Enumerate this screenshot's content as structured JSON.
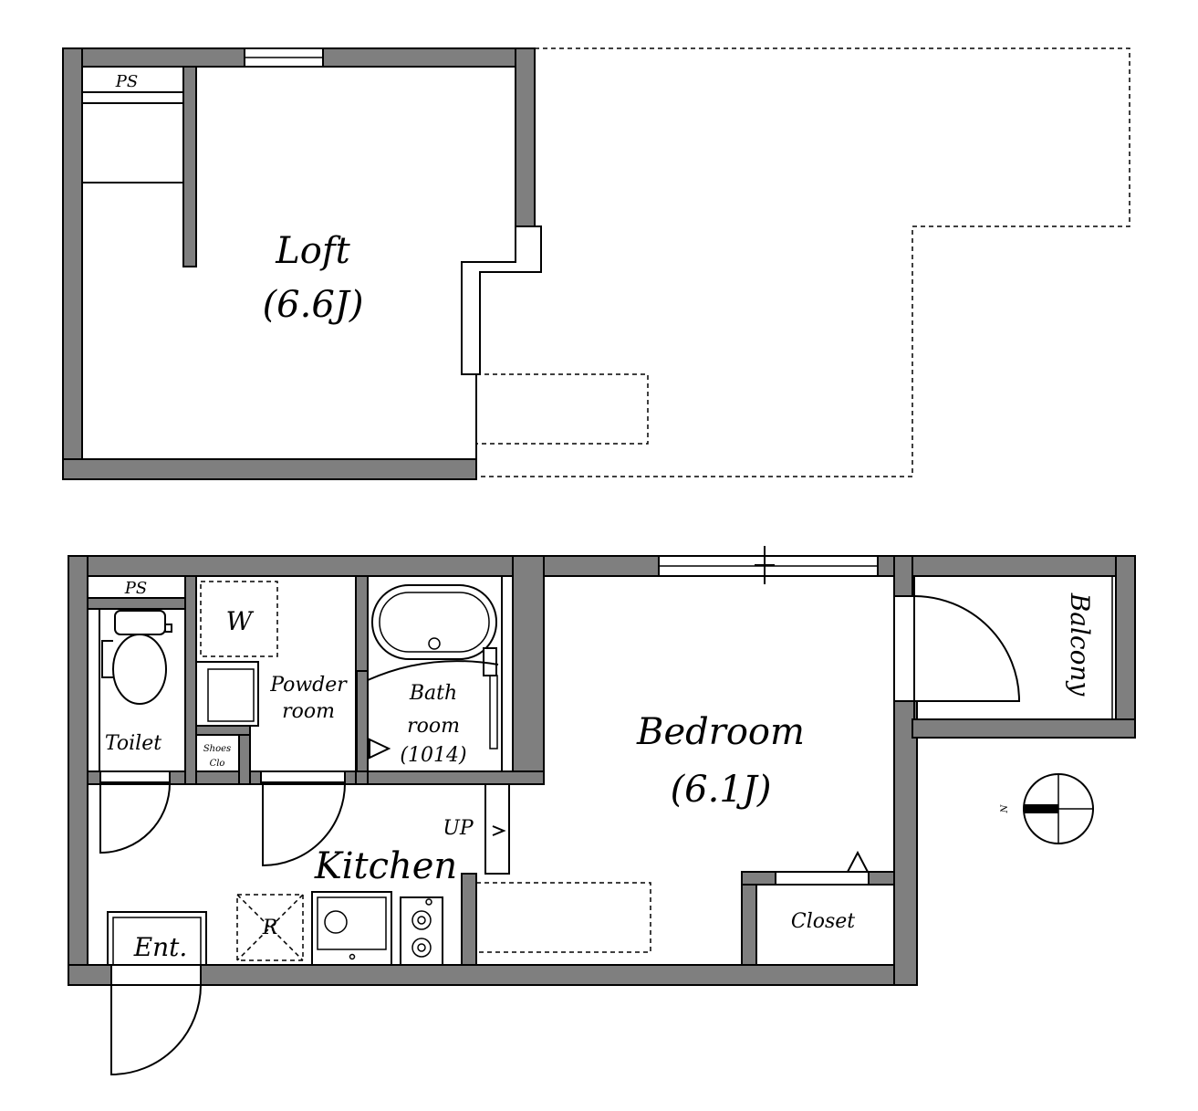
{
  "loft": {
    "name": "Loft",
    "size": "(6.6J)",
    "ps": "PS"
  },
  "ground": {
    "ps": "PS",
    "washer": "W",
    "toilet": "Toilet",
    "shoes_line1": "Shoes",
    "shoes_line2": "Clo",
    "powder_line1": "Powder",
    "powder_line2": "room",
    "bath_line1": "Bath",
    "bath_line2": "room",
    "bath_line3": "(1014)",
    "bedroom": "Bedroom",
    "bedroom_size": "(6.1J)",
    "balcony": "Balcony",
    "up": "UP",
    "kitchen": "Kitchen",
    "fridge": "R",
    "entrance": "Ent.",
    "closet": "Closet"
  },
  "compass": {
    "north": "N"
  },
  "colors": {
    "wall": "#7f7f7f",
    "line": "#000000",
    "background": "#ffffff"
  }
}
